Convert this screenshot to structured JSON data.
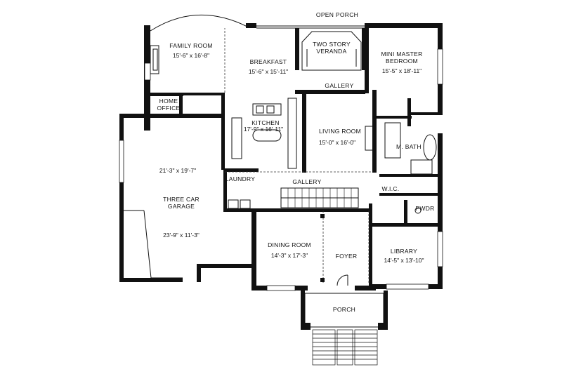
{
  "rooms": {
    "open_porch": "OPEN PORCH",
    "family_room": {
      "name": "FAMILY ROOM",
      "dim": "15'-6\" x 16'-8\""
    },
    "breakfast": {
      "name": "BREAKFAST",
      "dim": "15'-6\" x 15'-11\""
    },
    "veranda": {
      "line1": "TWO STORY",
      "line2": "VERANDA"
    },
    "mini_master": {
      "line1": "MINI MASTER",
      "line2": "BEDROOM",
      "dim": "15'-5\" x 18'-11\""
    },
    "gallery_upper": "GALLERY",
    "home_office": {
      "line1": "HOME",
      "line2": "OFFICE"
    },
    "kitchen": {
      "name": "KITCHEN",
      "dim": "17'-9\" x 16'-11\""
    },
    "living_room": {
      "name": "LIVING ROOM",
      "dim": "15'-0\" x 16'-0\""
    },
    "m_bath": "M. BATH",
    "garage": {
      "dim1": "21'-3\" x 19'-7\"",
      "line1": "THREE CAR",
      "line2": "GARAGE",
      "dim2": "23'-9\" x 11'-3\""
    },
    "laundry": "LAUNDRY",
    "gallery_lower": "GALLERY",
    "wic": "W.I.C.",
    "pwdr": "PWDR",
    "dining_room": {
      "name": "DINING ROOM",
      "dim": "14'-3\" x 17'-3\""
    },
    "foyer": "FOYER",
    "library": {
      "name": "LIBRARY",
      "dim": "14'-5\" x 13'-10\""
    },
    "porch": "PORCH"
  }
}
